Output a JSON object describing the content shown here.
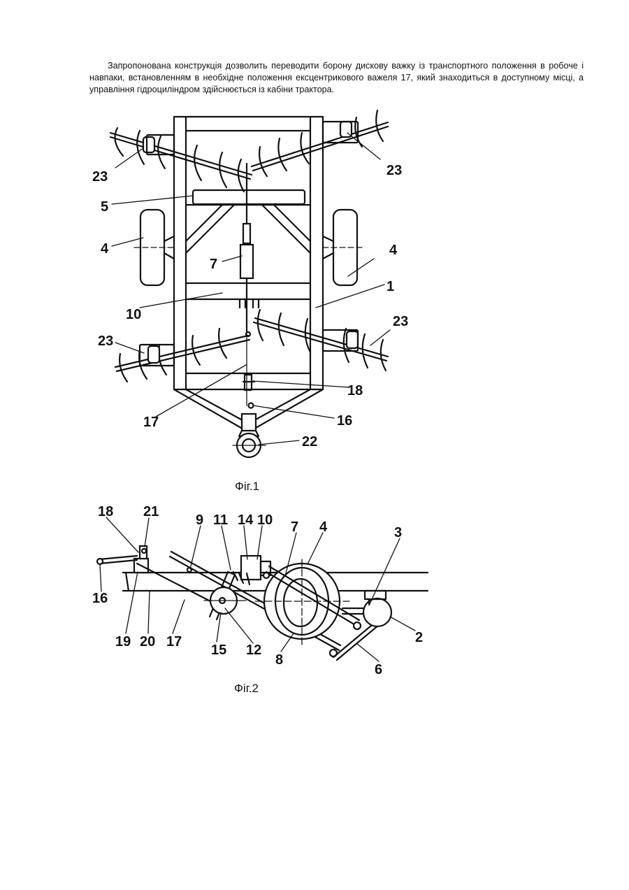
{
  "text": {
    "paragraph": "Запропонована конструкція дозволить переводити борону дискову важку із транспортного положення в робоче і навпаки, встановленням в необхідне положення ексцентрикового важеля 17, який знаходиться в доступному місці, а управління гідроциліндром здійснюється із кабіни трактора."
  },
  "figure1": {
    "caption": "Фіг.1",
    "labels": {
      "l23a": "23",
      "l23b": "23",
      "l23c": "23",
      "l23d": "23",
      "l5": "5",
      "l4a": "4",
      "l4b": "4",
      "l7": "7",
      "l1": "1",
      "l10": "10",
      "l18": "18",
      "l17": "17",
      "l16": "16",
      "l22": "22"
    }
  },
  "figure2": {
    "caption": "Фіг.2",
    "labels": {
      "l18": "18",
      "l21": "21",
      "l9": "9",
      "l11": "11",
      "l14": "14",
      "l10": "10",
      "l7": "7",
      "l4": "4",
      "l3": "3",
      "l16": "16",
      "l19": "19",
      "l20": "20",
      "l17": "17",
      "l15": "15",
      "l12": "12",
      "l8": "8",
      "l6": "6",
      "l2": "2"
    }
  }
}
